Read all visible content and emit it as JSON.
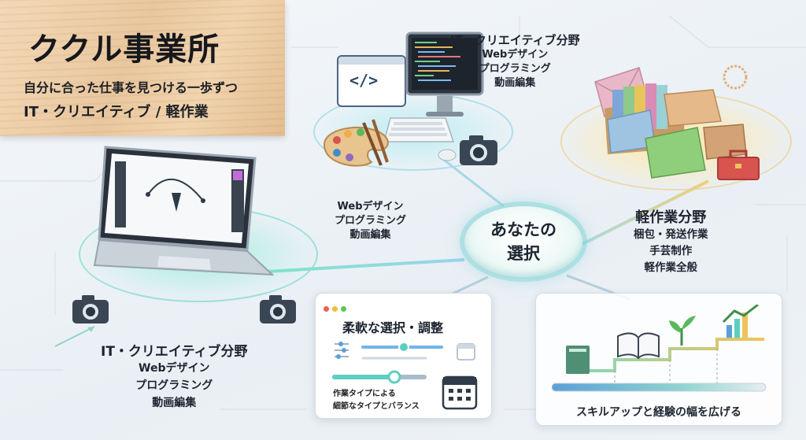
{
  "header": {
    "brand": "ククル事業所",
    "tagline": "自分に合った仕事を見つける一歩ずつ",
    "categories": "IT・クリエイティブ / 軽作業"
  },
  "hub": {
    "line1": "あなたの",
    "line2": "選択"
  },
  "it_top": {
    "heading": "IT・クリエイティブ分野",
    "items": [
      "Webデザイン",
      "プログラミング",
      "動画編集"
    ]
  },
  "it_mid": {
    "items": [
      "Webデザイン",
      "プログラミング",
      "動画編集"
    ]
  },
  "it_left": {
    "heading": "IT・クリエイティブ分野",
    "items": [
      "Webデザイン",
      "プログラミング",
      "動画編集"
    ]
  },
  "light_work": {
    "heading": "軽作業分野",
    "items": [
      "梱包・発送作業",
      "手芸制作",
      "軽作業全般"
    ]
  },
  "flex_panel": {
    "title": "柔軟な選択・調整",
    "note_line1": "作業タイプによる",
    "note_line2": "細節なタイプとバランス"
  },
  "skill_panel": {
    "caption": "スキルアップと経験の幅を広げる"
  },
  "code_icon": "</>",
  "colors": {
    "accent_teal": "#5ccfc0",
    "accent_gold": "#f0c35a",
    "wood": "#ecc9a0"
  }
}
